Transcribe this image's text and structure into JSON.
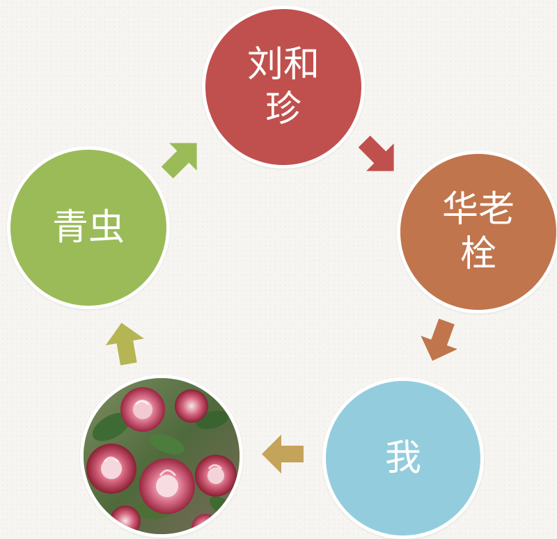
{
  "nodes": [
    {
      "id": "n1",
      "label": "刘和珍",
      "color": "#c0504d"
    },
    {
      "id": "n2",
      "label": "华老栓",
      "color": "#c0754d"
    },
    {
      "id": "n3",
      "label": "我",
      "color": "#93cddd"
    },
    {
      "id": "n4",
      "label": "",
      "image": "roses-picture"
    },
    {
      "id": "n5",
      "label": "青虫",
      "color": "#9bbb59"
    }
  ],
  "arrows": [
    {
      "from": "n1",
      "to": "n2",
      "color": "#c0504d"
    },
    {
      "from": "n2",
      "to": "n3",
      "color": "#c0754d"
    },
    {
      "from": "n3",
      "to": "n4",
      "color": "#c4a35a"
    },
    {
      "from": "n4",
      "to": "n5",
      "color": "#b5b653"
    },
    {
      "from": "n5",
      "to": "n1",
      "color": "#9bbb59"
    }
  ]
}
